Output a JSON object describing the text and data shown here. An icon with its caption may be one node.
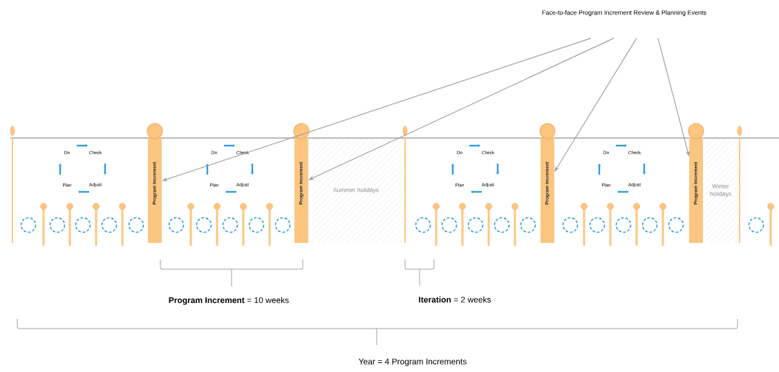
{
  "diagram": {
    "nodes": [
      {
        "text": [
          "Face-to-face Program Increment Review & Planning Events"
        ]
      },
      {
        "text": [
          "Program Increment"
        ]
      },
      {
        "text": [
          "Program Increment"
        ]
      },
      {
        "text": [
          "Program Increment"
        ]
      },
      {
        "text": [
          "Program Increment"
        ]
      },
      {
        "text": [
          "Summer holidays"
        ]
      },
      {
        "text": [
          "Winter holidays"
        ]
      }
    ],
    "edges": [
      {
        "from": 0,
        "to": 1,
        "arrow": "to"
      },
      {
        "from": 0,
        "to": 2,
        "arrow": "to"
      },
      {
        "from": 0,
        "to": 3,
        "arrow": "to"
      },
      {
        "from": 0,
        "to": 4,
        "arrow": "to"
      }
    ],
    "labels": [
      "Do",
      "Check",
      "Plan",
      "Adjust",
      "Do",
      "Check",
      "Plan",
      "Adjust",
      "Do",
      "Check",
      "Plan",
      "Adjust",
      "Do",
      "Check",
      "Plan",
      "Adjust",
      "**Program Increment** = 10 weeks",
      "**Iteration** = 2 weeks",
      "Year = 4 Program Increments"
    ]
  }
}
